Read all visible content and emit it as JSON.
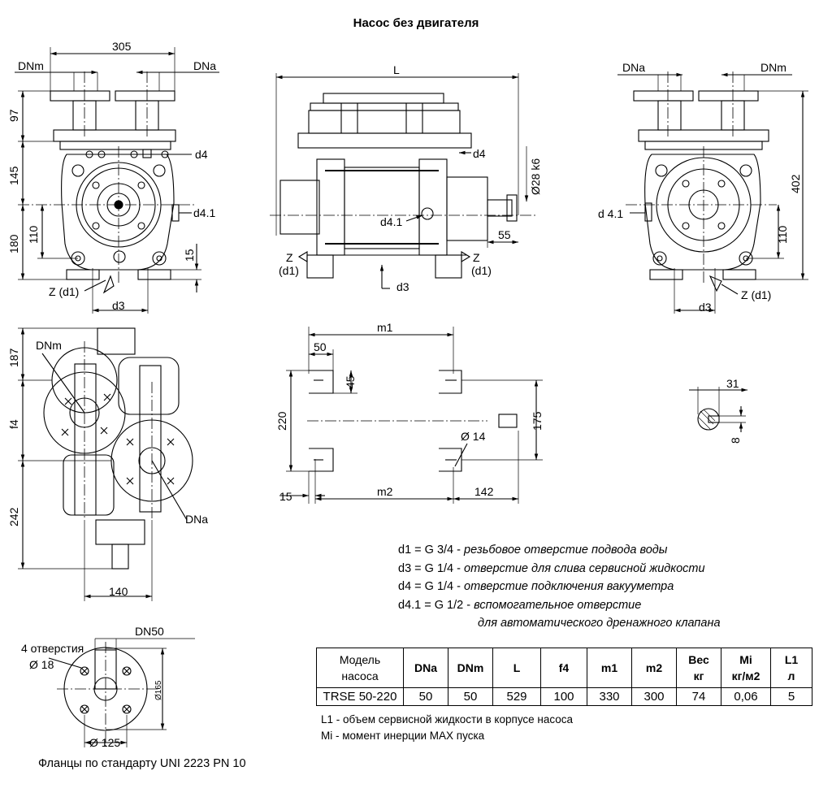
{
  "title": "Насос без двигателя",
  "dims": {
    "front": {
      "w305": "305",
      "dnm": "DNm",
      "dna": "DNa",
      "h97": "97",
      "h145": "145",
      "h180": "180",
      "h110": "110",
      "h15": "15",
      "d4": "d4",
      "d41": "d4.1",
      "z": "Z (d1)",
      "d3": "d3"
    },
    "side": {
      "L": "L",
      "d4": "d4",
      "d28": "Ø28 k6",
      "d41": "d4.1",
      "n55": "55",
      "zl": "Z",
      "zl2": "(d1)",
      "zr": "Z",
      "zr2": "(d1)",
      "d3": "d3"
    },
    "right": {
      "dna": "DNa",
      "dnm": "DNm",
      "h402": "402",
      "h110": "110",
      "d41": "d 4.1",
      "d3": "d3",
      "z": "Z (d1)"
    },
    "top": {
      "dnm": "DNm",
      "h187": "187",
      "f4": "f4",
      "h242": "242",
      "w140": "140",
      "dna": "DNa"
    },
    "base": {
      "m1": "m1",
      "n50": "50",
      "n45": "45",
      "n220": "220",
      "n175": "175",
      "d14": "Ø 14",
      "n15": "15",
      "m2": "m2",
      "n142": "142"
    },
    "key": {
      "n31": "31",
      "n8": "8"
    },
    "flange": {
      "dn50": "DN50",
      "holes": "4 отверстия",
      "d18": "Ø 18",
      "d165": "Ø165",
      "d125": "Ø 125"
    }
  },
  "legend": [
    {
      "code": "d1 = G 3/4 - ",
      "text": "резьбовое отверстие подвода воды"
    },
    {
      "code": "d3 = G 1/4 - ",
      "text": "отверстие для слива сервисной жидкости"
    },
    {
      "code": "d4 = G 1/4 - ",
      "text": "отверстие подключения вакууметра"
    },
    {
      "code": "d4.1 = G 1/2 - ",
      "text": "вспомогательное отверстие"
    }
  ],
  "legend_cont": "для автоматического дренажного клапана",
  "table": {
    "headers": [
      [
        "Модель",
        "насоса"
      ],
      [
        "DNa"
      ],
      [
        "DNm"
      ],
      [
        "L"
      ],
      [
        "f4"
      ],
      [
        "m1"
      ],
      [
        "m2"
      ],
      [
        "Вес",
        "кг"
      ],
      [
        "Mi",
        "кг/м2"
      ],
      [
        "L1",
        "л"
      ]
    ],
    "row": [
      "TRSE 50-220",
      "50",
      "50",
      "529",
      "100",
      "330",
      "300",
      "74",
      "0,06",
      "5"
    ]
  },
  "notes": [
    "L1 - объем сервисной жидкости в корпусе насоса",
    "Mi - момент инерции MAX пуска"
  ],
  "flange_note": "Фланцы по стандарту UNI 2223 PN 10"
}
